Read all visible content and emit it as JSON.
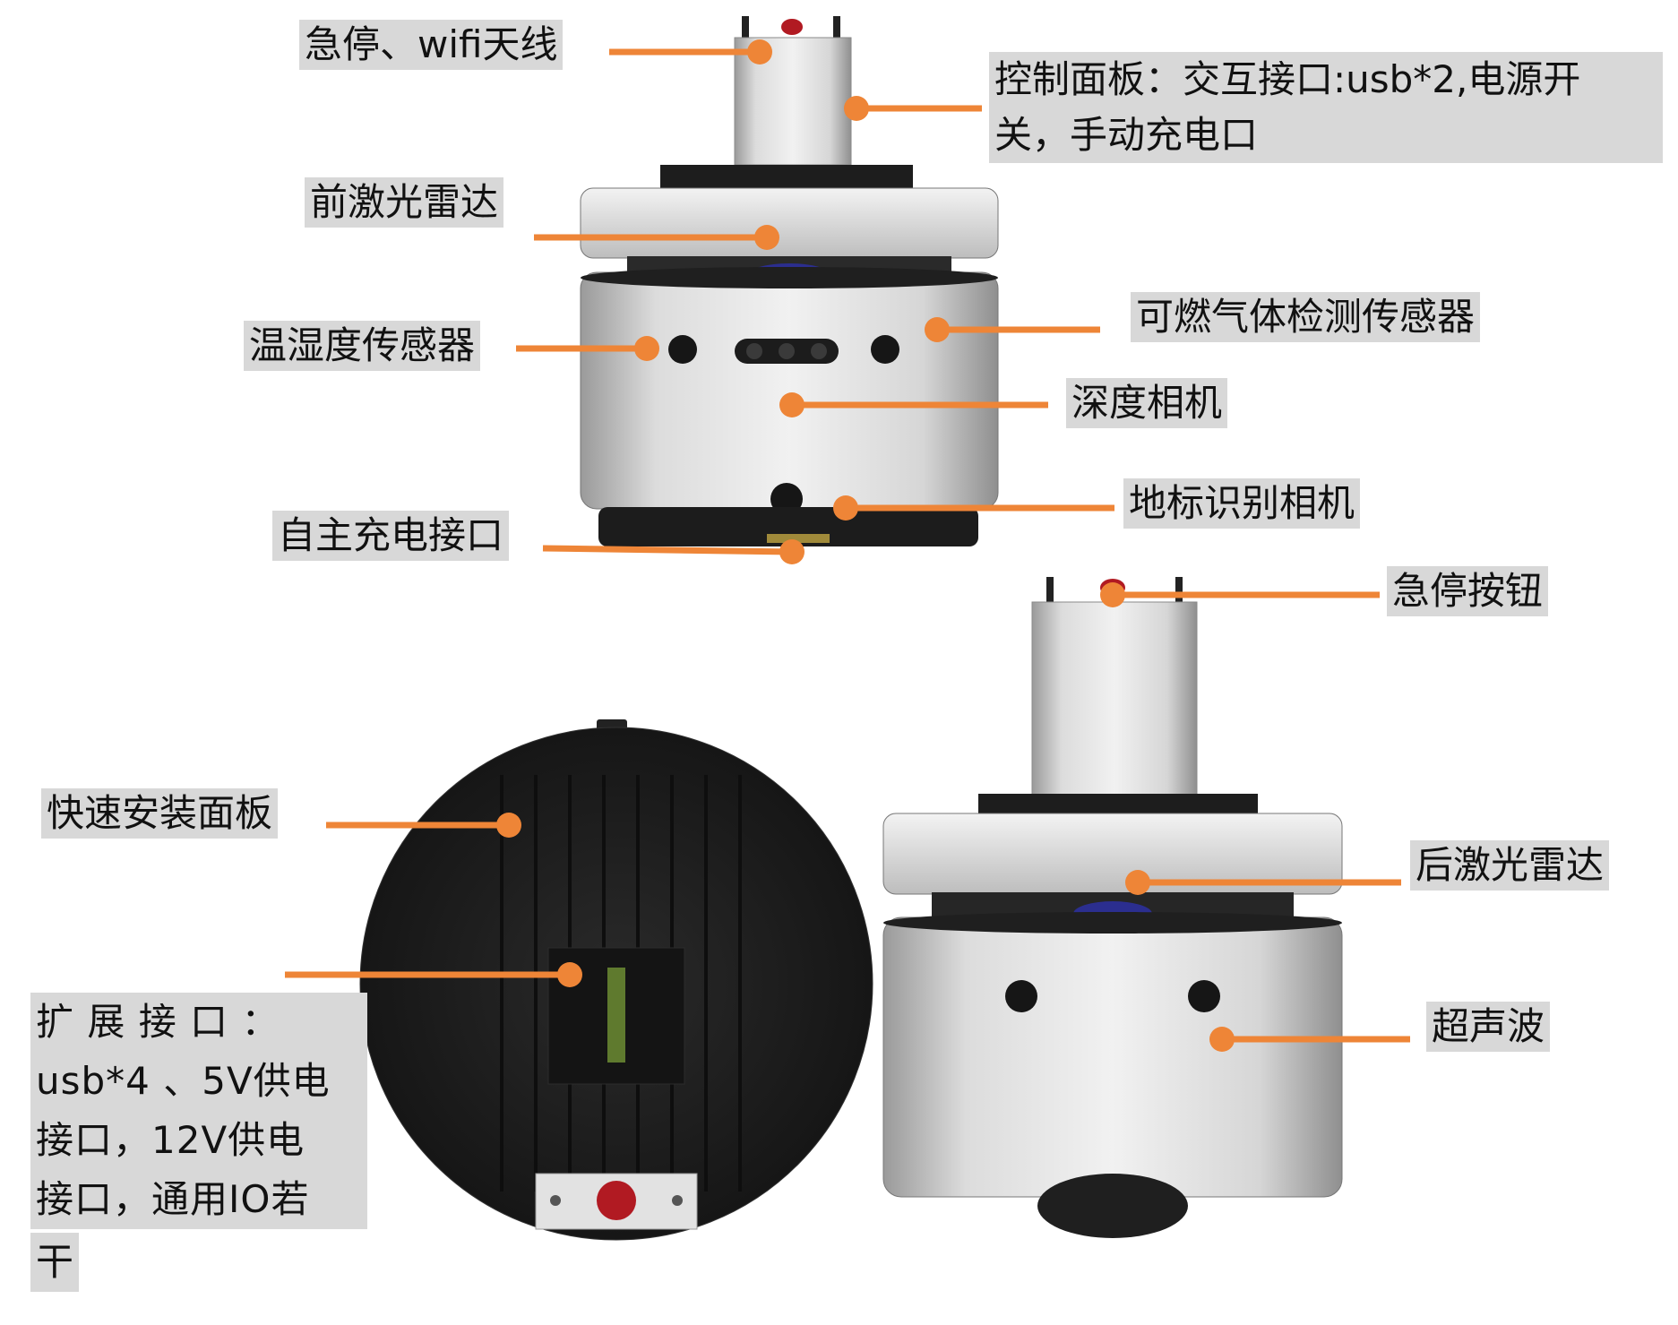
{
  "colors": {
    "leader": "#ee8537",
    "label_bg": "#d8d8d8",
    "body_silver": "#d9d9d9",
    "base_black": "#1f1f1f",
    "lidar_blue": "#2b2e8f",
    "estop_red": "#b11a22"
  },
  "labels": {
    "estop_wifi": "急停、wifi天线",
    "control_panel_line1": "控制面板：交互接口:usb*2,电源开",
    "control_panel_line2": "关，手动充电口",
    "front_lidar": "前激光雷达",
    "gas_sensor": "可燃气体检测传感器",
    "temp_humidity": "温湿度传感器",
    "depth_camera": "深度相机",
    "landmark_camera": "地标识别相机",
    "auto_charge": "自主充电接口",
    "estop_button": "急停按钮",
    "quick_mount": "快速安装面板",
    "expansion_line1": "扩 展 接 口 ：",
    "expansion_line2": "usb*4 、5V供电",
    "expansion_line3": "接口，12V供电",
    "expansion_line4": "接口，通用IO若",
    "expansion_line5": "干",
    "rear_lidar": "后激光雷达",
    "ultrasonic": "超声波"
  }
}
